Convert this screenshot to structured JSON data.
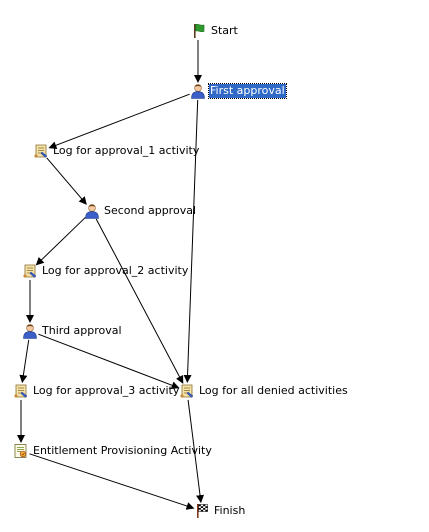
{
  "workflow": {
    "nodes": [
      {
        "id": "start",
        "label": "Start",
        "icon": "green-flag-icon",
        "selected": false
      },
      {
        "id": "first_approval",
        "label": "First approval",
        "icon": "user-approval-icon",
        "selected": true
      },
      {
        "id": "log_approval_1",
        "label": "Log for approval_1 activity",
        "icon": "log-scroll-icon",
        "selected": false
      },
      {
        "id": "second_approval",
        "label": "Second approval",
        "icon": "user-approval-icon",
        "selected": false
      },
      {
        "id": "log_approval_2",
        "label": "Log for approval_2 activity",
        "icon": "log-scroll-icon",
        "selected": false
      },
      {
        "id": "third_approval",
        "label": "Third approval",
        "icon": "user-approval-icon",
        "selected": false
      },
      {
        "id": "log_approval_3",
        "label": "Log for approval_3 activity",
        "icon": "log-scroll-icon",
        "selected": false
      },
      {
        "id": "log_denied",
        "label": "Log for all denied activities",
        "icon": "log-scroll-icon",
        "selected": false
      },
      {
        "id": "provisioning",
        "label": "Entitlement Provisioning Activity",
        "icon": "provisioning-form-icon",
        "selected": false
      },
      {
        "id": "finish",
        "label": "Finish",
        "icon": "checkered-flag-icon",
        "selected": false
      }
    ],
    "edges": [
      [
        "start",
        "first_approval"
      ],
      [
        "first_approval",
        "log_approval_1"
      ],
      [
        "first_approval",
        "log_denied"
      ],
      [
        "log_approval_1",
        "second_approval"
      ],
      [
        "second_approval",
        "log_approval_2"
      ],
      [
        "second_approval",
        "log_denied"
      ],
      [
        "log_approval_2",
        "third_approval"
      ],
      [
        "third_approval",
        "log_approval_3"
      ],
      [
        "third_approval",
        "log_denied"
      ],
      [
        "log_approval_3",
        "provisioning"
      ],
      [
        "provisioning",
        "finish"
      ],
      [
        "log_denied",
        "finish"
      ]
    ],
    "colors": {
      "edge": "#000000",
      "selection": "#3169c6",
      "flag_green": "#2e9a2e",
      "user_body": "#3a5fc8",
      "log_paper": "#f3e2a9"
    }
  }
}
